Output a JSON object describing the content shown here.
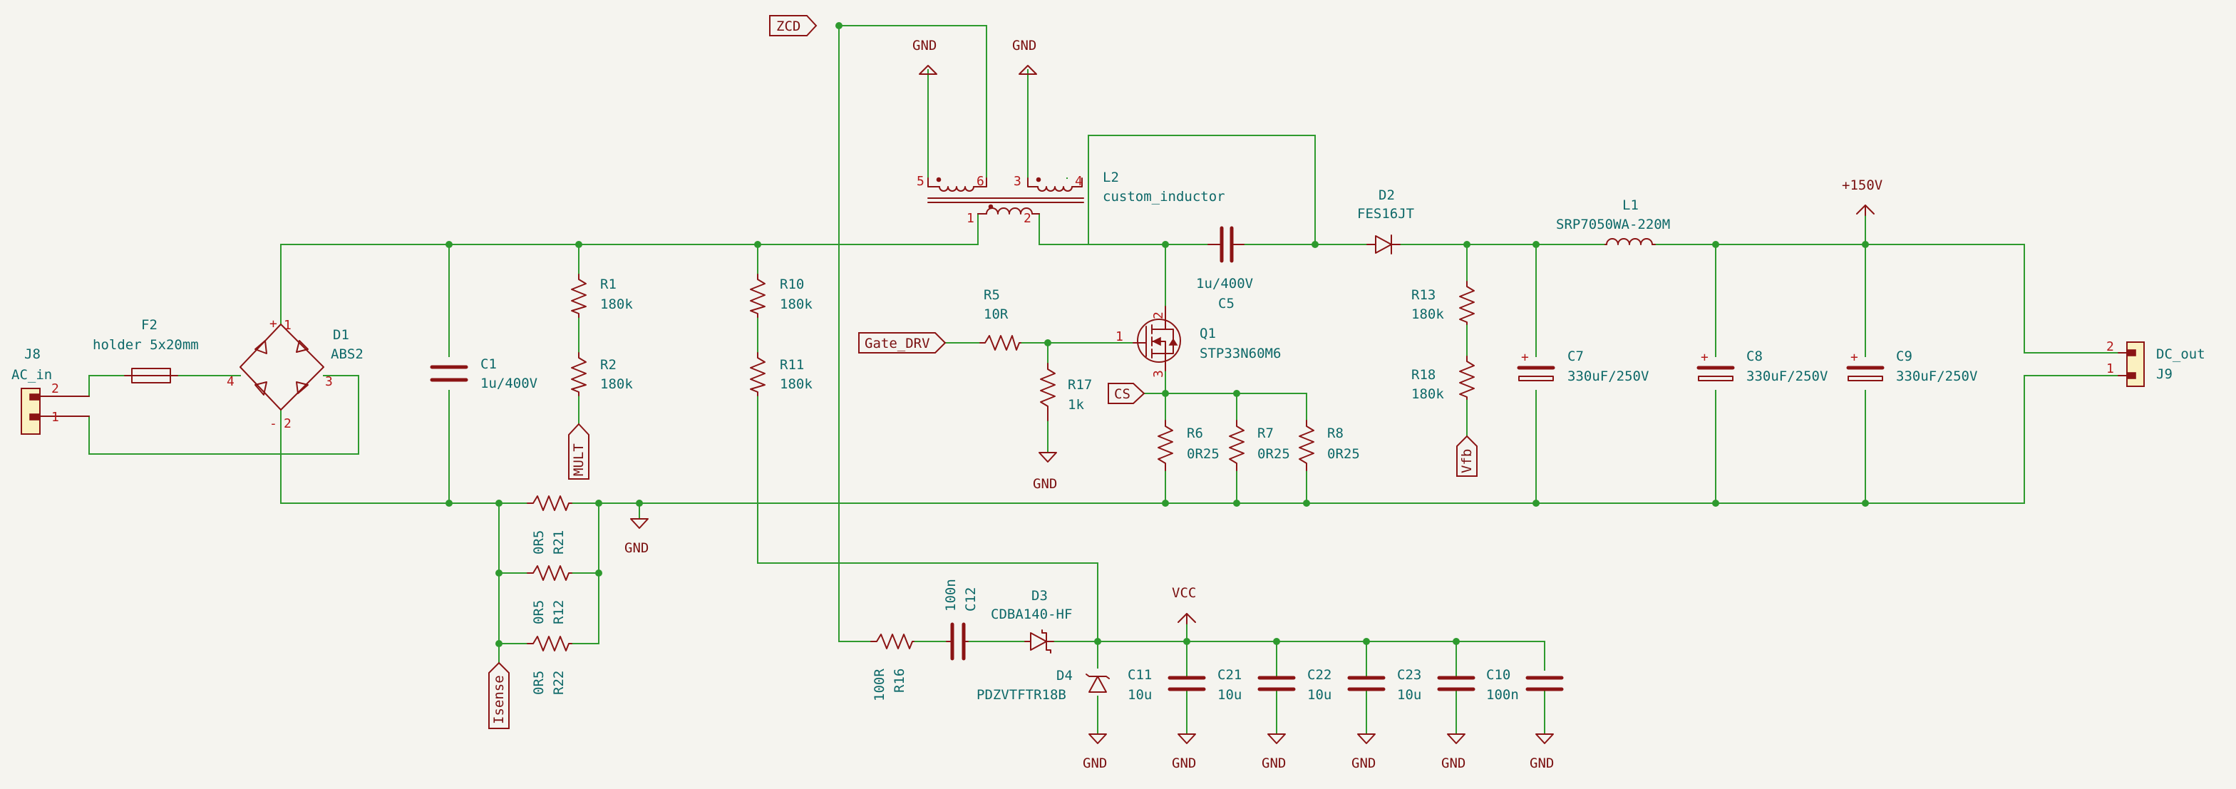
{
  "power_labels": {
    "gnd": "GND",
    "p150": "+150V",
    "vcc": "VCC"
  },
  "global_labels": {
    "zcd": "ZCD",
    "gate_drv": "Gate_DRV",
    "cs": "CS",
    "mult": "MULT",
    "vfb": "Vfb",
    "isense": "Isense"
  },
  "components": {
    "J8": {
      "ref": "J8",
      "value": "AC_in",
      "pins": [
        "2",
        "1"
      ]
    },
    "F2": {
      "value": "holder 5x20mm"
    },
    "D1": {
      "ref": "D1",
      "value": "ABS2",
      "pins": [
        "+",
        "1",
        "4",
        "3",
        "-",
        "2"
      ]
    },
    "C1": {
      "ref": "C1",
      "value": "1u/400V"
    },
    "R1": {
      "ref": "R1",
      "value": "180k"
    },
    "R2": {
      "ref": "R2",
      "value": "180k"
    },
    "R10": {
      "ref": "R10",
      "value": "180k"
    },
    "R11": {
      "ref": "R11",
      "value": "180k"
    },
    "L2": {
      "ref": "L2",
      "value": "custom_inductor",
      "pins": [
        "5",
        "6",
        "3",
        "4",
        "1",
        "2"
      ]
    },
    "R5": {
      "ref": "R5",
      "value": "10R"
    },
    "R17": {
      "ref": "R17",
      "value": "1k"
    },
    "Q1": {
      "ref": "Q1",
      "value": "STP33N60M6",
      "pins": [
        "1",
        "2",
        "3"
      ]
    },
    "C5": {
      "ref": "C5",
      "value": "1u/400V"
    },
    "R6": {
      "ref": "R6",
      "value": "0R25"
    },
    "R7": {
      "ref": "R7",
      "value": "0R25"
    },
    "R8": {
      "ref": "R8",
      "value": "0R25"
    },
    "D2": {
      "ref": "D2",
      "value": "FES16JT"
    },
    "R13": {
      "ref": "R13",
      "value": "180k"
    },
    "R18": {
      "ref": "R18",
      "value": "180k"
    },
    "C7": {
      "ref": "C7",
      "value": "330uF/250V"
    },
    "L1": {
      "ref": "L1",
      "value": "SRP7050WA-220M"
    },
    "C8": {
      "ref": "C8",
      "value": "330uF/250V"
    },
    "C9": {
      "ref": "C9",
      "value": "330uF/250V"
    },
    "J9": {
      "ref": "J9",
      "value": "DC_out",
      "pins": [
        "2",
        "1"
      ]
    },
    "R21": {
      "ref": "R21",
      "value": "0R5"
    },
    "R12": {
      "ref": "R12",
      "value": "0R5"
    },
    "R22": {
      "ref": "R22",
      "value": "0R5"
    },
    "R16": {
      "ref": "R16",
      "value": "100R"
    },
    "C12": {
      "ref": "C12",
      "value": "100n"
    },
    "D3": {
      "ref": "D3",
      "value": "CDBA140-HF"
    },
    "D4": {
      "ref": "D4",
      "value": "PDZVTFTR18B"
    },
    "C11": {
      "ref": "C11",
      "value": "10u"
    },
    "C21": {
      "ref": "C21",
      "value": "10u"
    },
    "C22": {
      "ref": "C22",
      "value": "10u"
    },
    "C23": {
      "ref": "C23",
      "value": "10u"
    },
    "C10": {
      "ref": "C10",
      "value": "100n"
    }
  }
}
